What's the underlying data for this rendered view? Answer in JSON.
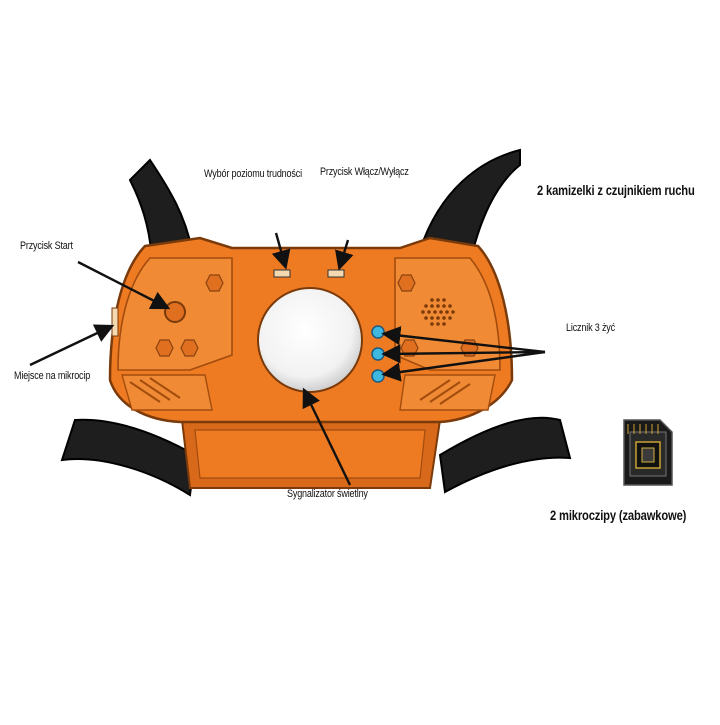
{
  "labels": {
    "difficulty": "Wybór poziomu trudności",
    "power": "Przycisk Włącz/Wyłącz",
    "vests": "2 kamizelki z czujnikiem ruchu",
    "start": "Przycisk Start",
    "lives": "Licznik 3 żyć",
    "chip_slot": "Miejsce na mikrocip",
    "light": "Sygnalizator świetlny",
    "chips": "2 mikroczipy (zabawkowe)"
  },
  "colors": {
    "body_orange": "#ee7a22",
    "body_dark": "#c85f12",
    "strap": "#1e1e1e",
    "led": "#3fb8e0"
  }
}
